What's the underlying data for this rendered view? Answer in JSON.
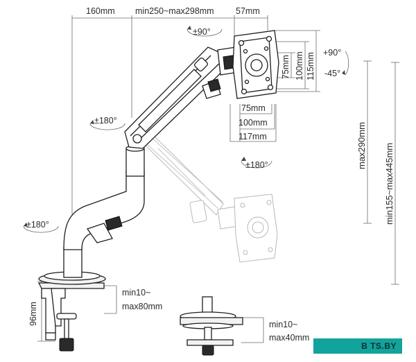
{
  "dimensions": {
    "arm_reach": "160mm",
    "extension_range": "min250~max298mm",
    "head_offset": "57mm",
    "vesa_inner_h": "75mm",
    "vesa_outer_h": "100mm",
    "plate_h": "115mm",
    "vesa_inner_w": "75mm",
    "vesa_outer_w": "100mm",
    "plate_w": "117mm",
    "max_height": "max290mm",
    "height_range": "min155~max445mm",
    "clamp_height": "96mm",
    "clamp_range_min": "min10~",
    "clamp_range_max": "max80mm",
    "grommet_range_min": "min10~",
    "grommet_range_max": "max40mm"
  },
  "rotations": {
    "swivel_top": "±90°",
    "tilt_up": "+90°",
    "tilt_down": "-45°",
    "elbow": "±180°",
    "head_rotate": "±180°",
    "base": "±180°"
  },
  "logo": {
    "text": "B TS.BY"
  }
}
